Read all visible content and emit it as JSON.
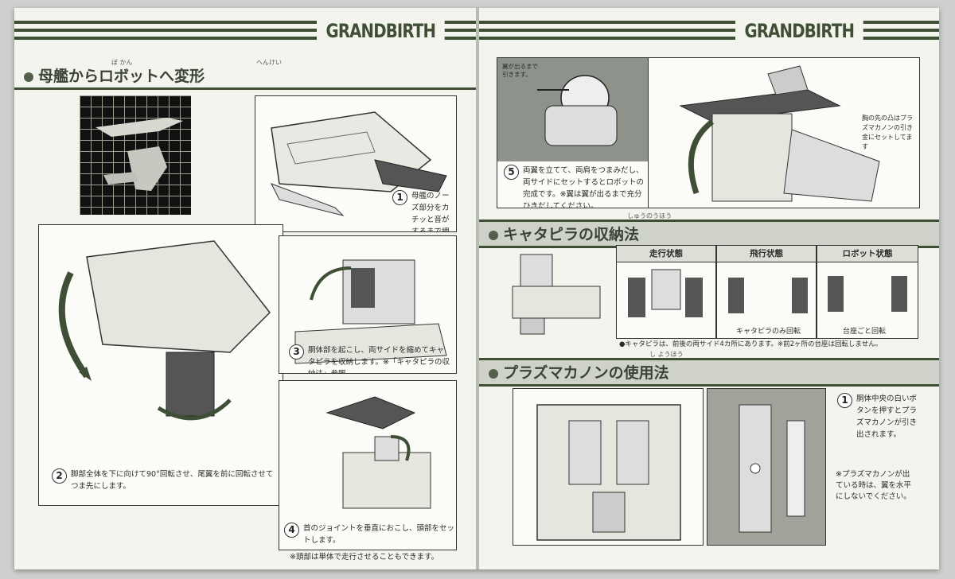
{
  "header": {
    "logo_left": "GRANDBIRTH",
    "logo_right": "GRANDBIRTH"
  },
  "left": {
    "section_title": "母艦からロボットへ変形",
    "ruby_title_1": "ぼ かん",
    "ruby_title_2": "へんけい",
    "step1": {
      "number": "1",
      "text": "母艦のノーズ部分をカチッと音がするまで押し込みます。"
    },
    "step2": {
      "number": "2",
      "text": "脚部全体を下に向けて90°回転させ、尾翼を前に回転させてつま先にします。"
    },
    "step3": {
      "number": "3",
      "text": "胴体部を起こし、両サイドを縮めてキャタピラを収納します。※「キャタピラの収納法」参照"
    },
    "step4": {
      "number": "4",
      "text": "首のジョイントを垂直におこし、頭部をセットします。",
      "note": "※頭部は単体で走行させることもできます。"
    }
  },
  "right": {
    "callout_wing": "翼が出るまで引きます。",
    "callout_plasma": "胸の先の凸はプラズマカノンの引き金にセットしてます",
    "step5": {
      "number": "5",
      "text": "両翼を立てて、両肩をつまみだし、両サイドにセットするとロボットの完成です。※翼は翼が出るまで充分ひきだしてください。"
    },
    "section2_title": "キャタピラの収納法",
    "section2_ruby": "しゅうのうほう",
    "table_headers": [
      "走行状態",
      "飛行状態",
      "ロボット状態"
    ],
    "table_captions": [
      "キャタピラのみ回転",
      "台座ごと回転"
    ],
    "section2_note": "●キャタピラは、前後の両サイド4カ所にあります。※前2ヶ所の台座は回転しません。",
    "section3_title": "プラズマカノンの使用法",
    "section3_ruby": "し ようほう",
    "step1": {
      "number": "1",
      "text": "胴体中央の白いボタンを押すとプラズマカノンが引き出されます。"
    },
    "step1_note": "※プラズマカノンが出ている時は、翼を水平にしないでください。"
  },
  "colors": {
    "accent": "#3f4f36",
    "paper": "#f4f4ee",
    "band": "#cfd2c8"
  }
}
